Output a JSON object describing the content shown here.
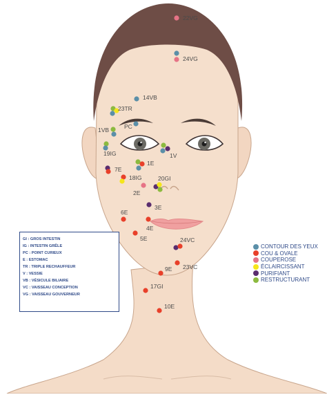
{
  "colors": {
    "contour": "#5b8fa8",
    "cou": "#e8402a",
    "couperose": "#e67386",
    "eclaircissant": "#f5e51b",
    "purifiant": "#5a2d6e",
    "restructurant": "#8cba3f"
  },
  "categories": [
    {
      "key": "contour",
      "label": "CONTOUR DES YEUX"
    },
    {
      "key": "cou",
      "label": "COU & OVALE"
    },
    {
      "key": "couperose",
      "label": "COUPEROSE"
    },
    {
      "key": "eclaircissant",
      "label": "ÉCLAIRCISSANT"
    },
    {
      "key": "purifiant",
      "label": "PURIFIANT"
    },
    {
      "key": "restructurant",
      "label": "RESTRUCTURANT"
    }
  ],
  "abbreviations": [
    "GI : GROS INTESTIN",
    "IG : INTESTIN GRÊLE",
    "PC : POINT CURIEUX",
    "E : ESTOMAC",
    "TR : TRIPLE RECHAUFFEUR",
    "V : VESSIE",
    "VB : VÉSICULE BILIAIRE",
    "VC : VAISSEAU CONCEPTION",
    "VG : VAISSEAU GOUVERNEUR"
  ],
  "point_labels": [
    "22VG",
    "24VG",
    "14VB",
    "23TR",
    "PC",
    "1VB",
    "19IG",
    "1V",
    "1E",
    "7E",
    "18IG",
    "20GI",
    "2E",
    "3E",
    "6E",
    "4E",
    "5E",
    "24VC",
    "23VC",
    "9E",
    "17GI",
    "10E"
  ]
}
